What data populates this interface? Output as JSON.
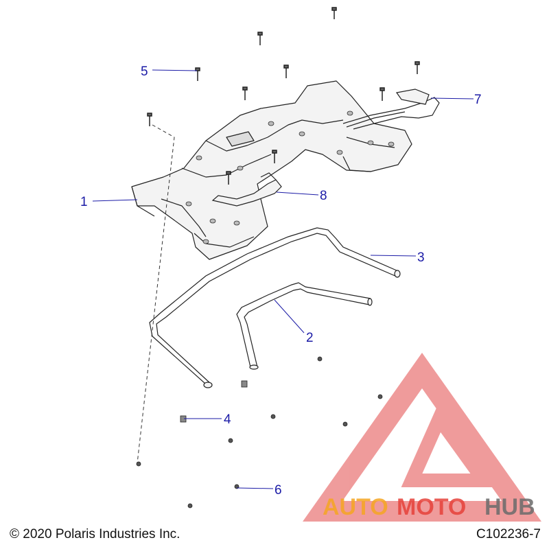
{
  "callouts": [
    {
      "number": "1"
    },
    {
      "number": "2"
    },
    {
      "number": "3"
    },
    {
      "number": "4"
    },
    {
      "number": "5"
    },
    {
      "number": "6"
    },
    {
      "number": "7"
    },
    {
      "number": "8"
    }
  ],
  "footer": {
    "copyright": "© 2020 Polaris Industries Inc.",
    "drawing_number": "C102236-7"
  },
  "watermark": {
    "part1": "AUTO",
    "part2": "MOTO",
    "part3": "HUB",
    "colors": {
      "orange": "#f5a623",
      "red": "#e6413a",
      "gray": "#6b6b6b",
      "logo_red": "#e24b4b"
    }
  }
}
